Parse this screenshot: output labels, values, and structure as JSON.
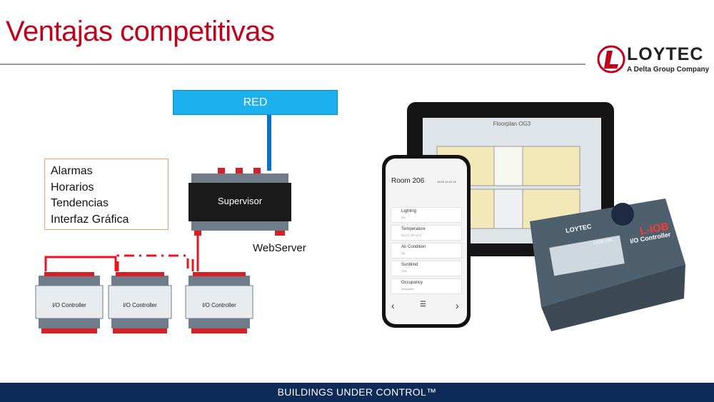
{
  "slide": {
    "title": "Ventajas competitivas",
    "footer": "BUILDINGS UNDER CONTROL™"
  },
  "logo": {
    "name": "LOYTEC",
    "tagline": "A Delta Group Company",
    "mark_letter": "L"
  },
  "network": {
    "label": "RED"
  },
  "features": [
    "Alarmas",
    "Horarios",
    "Tendencias",
    "Interfaz Gráfica"
  ],
  "supervisor": {
    "label": "Supervisor"
  },
  "webserver_label": "WebServer",
  "io_controllers": [
    "I/O Controller",
    "I/O Controller",
    "I/O Controller"
  ],
  "tablet": {
    "screen_title": "Floorplan OG3"
  },
  "phone": {
    "room": "Room 206",
    "date": "16:09  14.02.18",
    "rows": [
      {
        "label": "Lighting",
        "sub": "0%"
      },
      {
        "label": "Temperature",
        "sub": "26.3°C   SP 21°C"
      },
      {
        "label": "Air Condition",
        "sub": "On"
      },
      {
        "label": "Sunblind",
        "sub": "70%"
      },
      {
        "label": "Occupancy",
        "sub": "Occupied"
      }
    ]
  },
  "liob": {
    "brand": "LOYTEC",
    "model_big": "L-IOB",
    "model_sub": "I/O Controller",
    "model_code": "LIOB-585"
  },
  "colors": {
    "title": "#c0001a",
    "network": "#1cb0ee",
    "network_link": "#0b70c8",
    "red_link": "#e8151f",
    "footer": "#0d2a58"
  }
}
